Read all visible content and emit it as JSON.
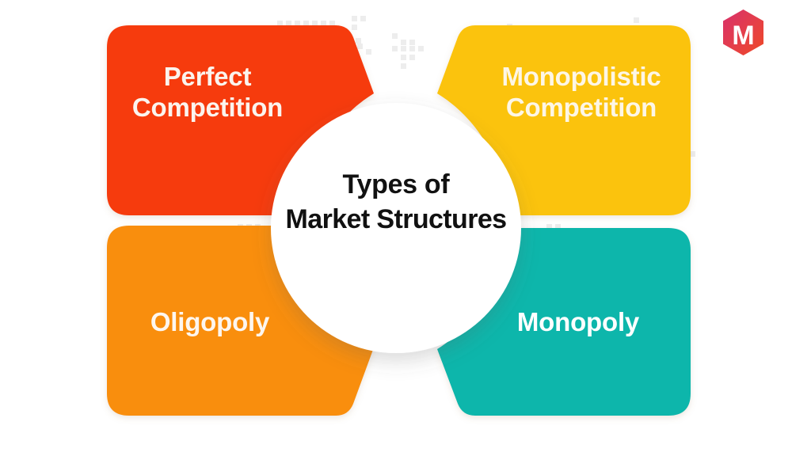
{
  "diagram": {
    "center_title_line1": "Types of",
    "center_title_line2": "Market Structures",
    "panels": [
      {
        "id": "perfect-competition",
        "label_line1": "Perfect",
        "label_line2": "Competition",
        "color": "#F63B0C",
        "text_color": "#FBF4EE",
        "position": "top-left"
      },
      {
        "id": "monopolistic-competition",
        "label_line1": "Monopolistic",
        "label_line2": "Competition",
        "color": "#FBC311",
        "text_color": "#FDF6E6",
        "position": "top-right"
      },
      {
        "id": "oligopoly",
        "label_line1": "Oligopoly",
        "label_line2": "",
        "color": "#F98E08",
        "text_color": "#FDF6EF",
        "position": "bottom-left"
      },
      {
        "id": "monopoly",
        "label_line1": "Monopoly",
        "label_line2": "",
        "color": "#10B6AB",
        "text_color": "#FFFFFF",
        "position": "bottom-right"
      }
    ]
  },
  "branding": {
    "logo_letter": "M",
    "logo_shape": "hexagon",
    "logo_gradient_start": "#D8306B",
    "logo_gradient_end": "#EE4824"
  },
  "background": {
    "page_color": "#FFFFFF",
    "circle_color": "#FFFFFF",
    "dot_pattern_color": "#EDEDED",
    "dot_pattern_name": "world-map-dots"
  }
}
